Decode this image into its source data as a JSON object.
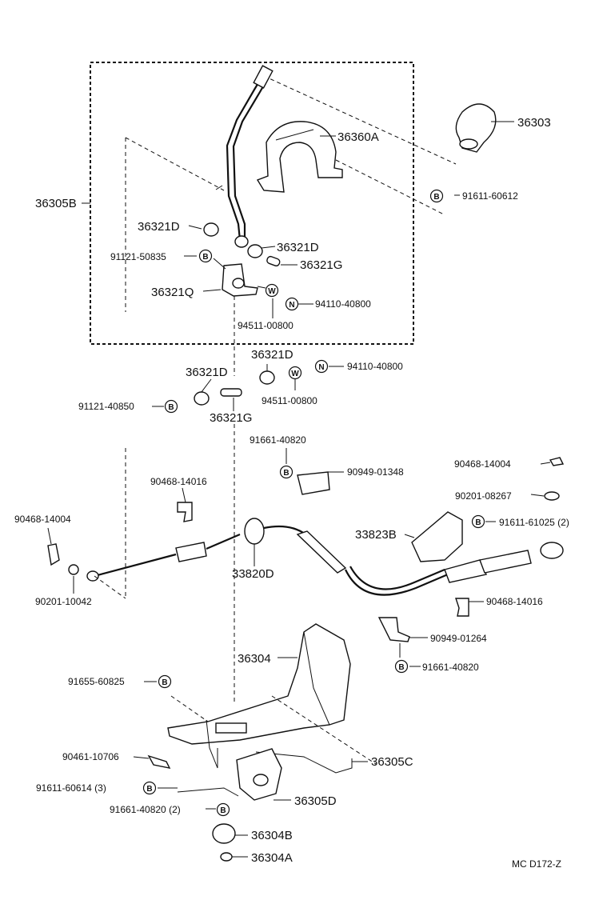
{
  "callouts": [
    {
      "id": "p36303",
      "text": "36303"
    },
    {
      "id": "p36360a",
      "text": "36360A"
    },
    {
      "id": "p36305b",
      "text": "36305B"
    },
    {
      "id": "p91611_60612",
      "text": "91611-60612"
    },
    {
      "id": "p36321d_a",
      "text": "36321D"
    },
    {
      "id": "p36321d_b",
      "text": "36321D"
    },
    {
      "id": "p91121_50835",
      "text": "91121-50835"
    },
    {
      "id": "p36321g_a",
      "text": "36321G"
    },
    {
      "id": "p36321q",
      "text": "36321Q"
    },
    {
      "id": "p94110_a",
      "text": "94110-40800"
    },
    {
      "id": "p94511_a",
      "text": "94511-00800"
    },
    {
      "id": "p36321d_c",
      "text": "36321D"
    },
    {
      "id": "p36321d_d",
      "text": "36321D"
    },
    {
      "id": "p94110_b",
      "text": "94110-40800"
    },
    {
      "id": "p91121_40850",
      "text": "91121-40850"
    },
    {
      "id": "p94511_b",
      "text": "94511-00800"
    },
    {
      "id": "p36321g_b",
      "text": "36321G"
    },
    {
      "id": "p91661_40820_a",
      "text": "91661-40820"
    },
    {
      "id": "p90949_01348",
      "text": "90949-01348"
    },
    {
      "id": "p90468_14004_a",
      "text": "90468-14004"
    },
    {
      "id": "p90468_14016_a",
      "text": "90468-14016"
    },
    {
      "id": "p90201_08267",
      "text": "90201-08267"
    },
    {
      "id": "p90468_14004_b",
      "text": "90468-14004"
    },
    {
      "id": "p91611_61025",
      "text": "91611-61025 (2)"
    },
    {
      "id": "p33823b",
      "text": "33823B"
    },
    {
      "id": "p33820d",
      "text": "33820D"
    },
    {
      "id": "p90201_10042",
      "text": "90201-10042"
    },
    {
      "id": "p90468_14016_b",
      "text": "90468-14016"
    },
    {
      "id": "p90949_01264",
      "text": "90949-01264"
    },
    {
      "id": "p91661_40820_b",
      "text": "91661-40820"
    },
    {
      "id": "p36304",
      "text": "36304"
    },
    {
      "id": "p91655_60825",
      "text": "91655-60825"
    },
    {
      "id": "p90461_10706",
      "text": "90461-10706"
    },
    {
      "id": "p36305c",
      "text": "36305C"
    },
    {
      "id": "p91611_60614",
      "text": "91611-60614 (3)"
    },
    {
      "id": "p36305d",
      "text": "36305D"
    },
    {
      "id": "p91661_40820_c",
      "text": "91661-40820 (2)"
    },
    {
      "id": "p36304b",
      "text": "36304B"
    },
    {
      "id": "p36304a",
      "text": "36304A"
    }
  ],
  "badges": {
    "b": "B",
    "w": "W",
    "n": "N"
  },
  "footer": {
    "code": "MC  D172-Z"
  }
}
